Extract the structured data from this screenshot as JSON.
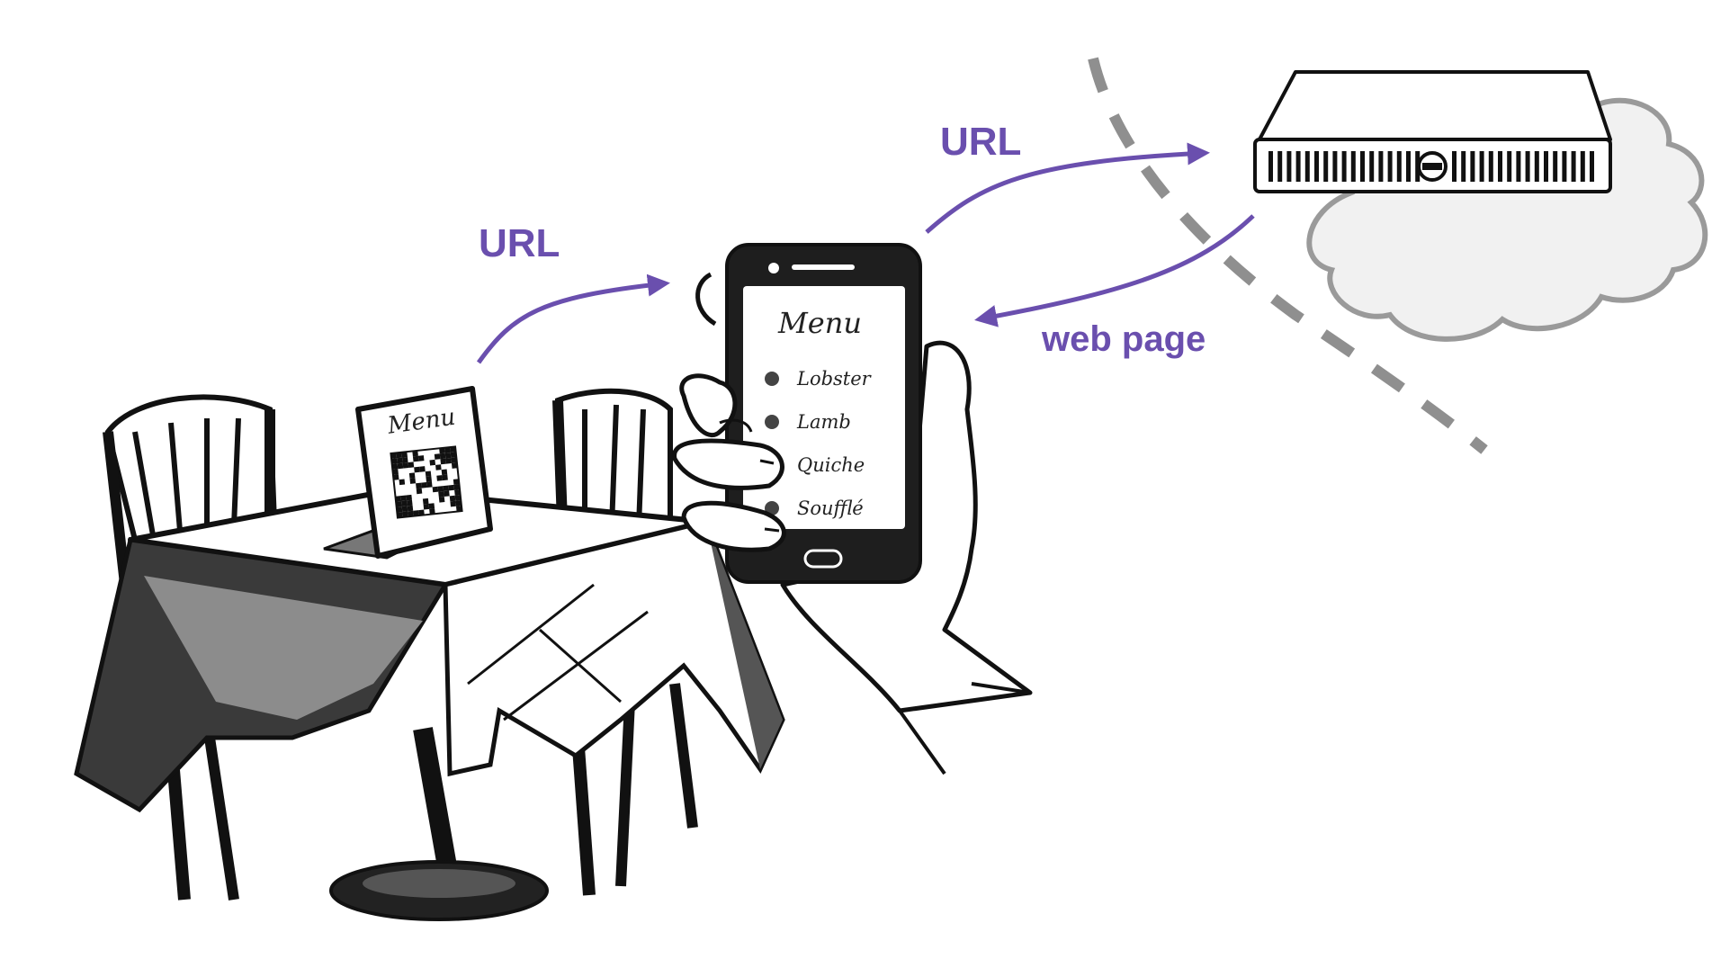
{
  "colors": {
    "arrow": "#6a4fae",
    "ink": "#111111",
    "cloud_fill": "#f1f1f1",
    "cloud_stroke": "#9a9a9a",
    "boundary": "#8f8f8f",
    "cloth_dark": "#3a3a3a",
    "cloth_mid": "#8c8c8c"
  },
  "labels": {
    "url_to_phone": "URL",
    "url_to_server": "URL",
    "web_page": "web page"
  },
  "table_card": {
    "title": "Menu"
  },
  "phone": {
    "title": "Menu",
    "items": [
      "Lobster",
      "Lamb",
      "Quiche",
      "Soufflé"
    ]
  },
  "icons": [
    "table-icon",
    "chair-icon",
    "qr-code-icon",
    "phone-icon",
    "hand-icon",
    "server-icon",
    "cloud-icon"
  ]
}
